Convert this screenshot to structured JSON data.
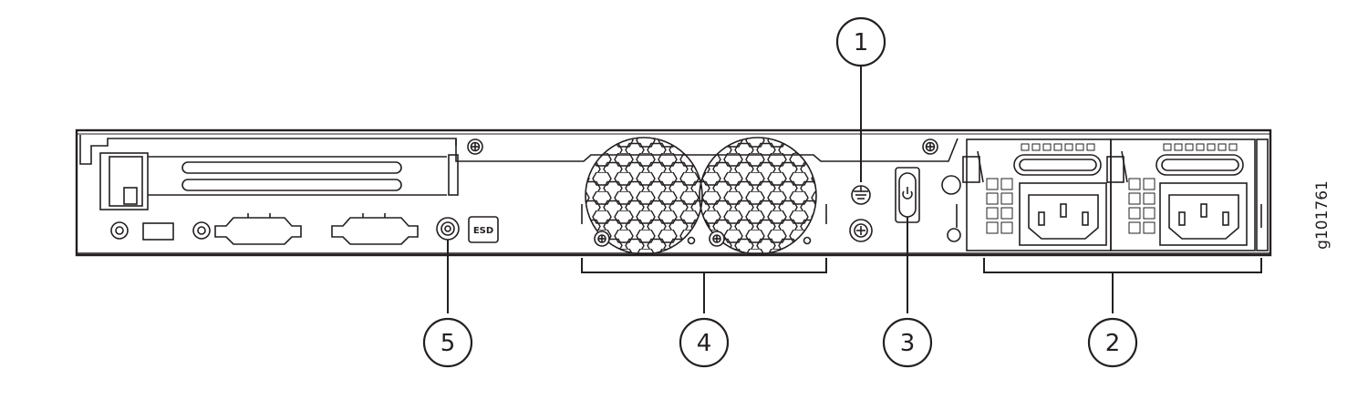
{
  "diagram": {
    "figure_id": "g101761",
    "esd_label": "ESD",
    "callouts": [
      {
        "number": "1",
        "component": "grounding-point"
      },
      {
        "number": "2",
        "component": "power-supplies"
      },
      {
        "number": "3",
        "component": "power-button"
      },
      {
        "number": "4",
        "component": "fans"
      },
      {
        "number": "5",
        "component": "esd-point"
      }
    ]
  }
}
